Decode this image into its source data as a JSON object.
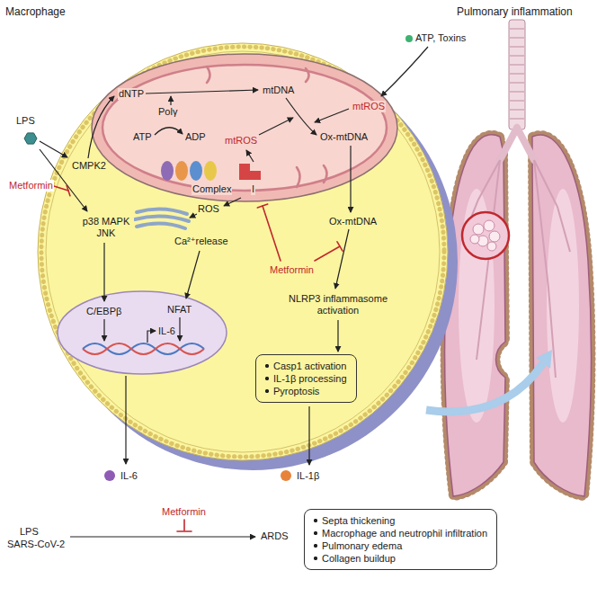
{
  "diagram": {
    "nodes": [
      {
        "text": [
          "CMPK2",
          "p38 MAPK JNK",
          "ROS",
          "Ca²⁺release",
          "Metformin",
          "Ox-mtDNA",
          "NLRP3 inflammasome activation"
        ]
      },
      {
        "text": [
          "dNTP",
          "mtDNA",
          "Polγ",
          "ATP",
          "ADP",
          "mtROS",
          "mtROS",
          "Ox-mtDNA",
          "Complex",
          "I"
        ],
        "in": 0
      },
      {
        "text": [
          "C/EBPβ",
          "NFAT",
          "IL-6"
        ],
        "in": 0
      },
      {
        "text": [
          "Casp1 activation",
          "IL-1β processing",
          "Pyroptosis"
        ],
        "in": 0
      },
      {
        "text": [
          "Septa thickening",
          "Macrophage and neutrophil infiltration",
          "Pulmonary edema",
          "Collagen buildup"
        ]
      }
    ],
    "labels": [
      "Macrophage",
      "Pulmonary inflammation",
      "ATP, Toxins",
      "LPS",
      "Metformin",
      "IL-6",
      "IL-1β",
      "Metformin",
      "LPS",
      "SARS-CoV-2",
      "ARDS"
    ]
  }
}
